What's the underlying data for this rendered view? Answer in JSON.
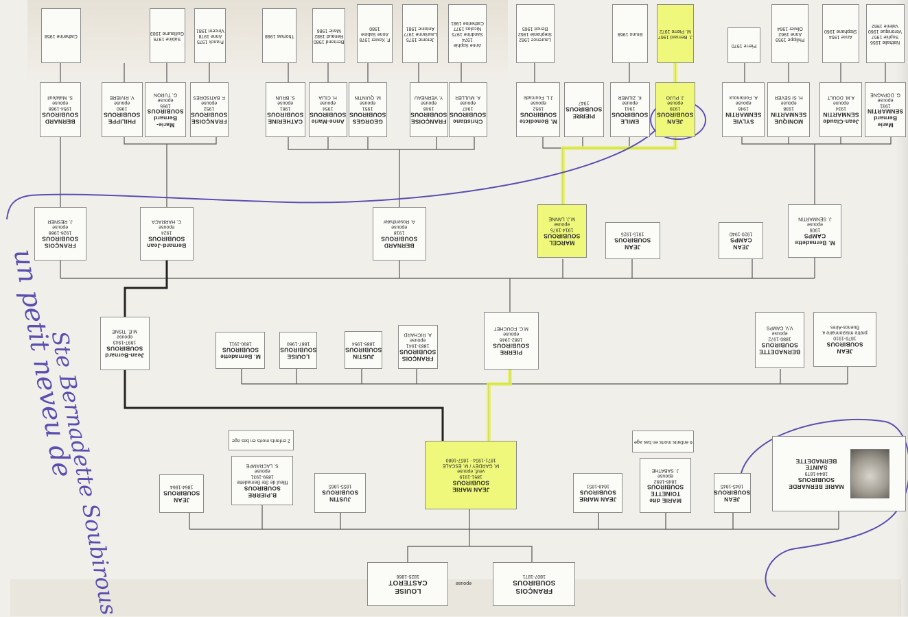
{
  "labels": {
    "epouse": "epouse",
    "veuf_epouse": "veuf, epouse"
  },
  "root": {
    "father": {
      "name": "FRANÇOIS",
      "surname": "SOUBIROUS",
      "dates": "1807-1871"
    },
    "mother": {
      "name": "LOUISE",
      "surname": "CASTEROT",
      "dates": "1825-1866"
    }
  },
  "gen1": [
    {
      "id": "g1-bernadette",
      "name": "MARIE BERNARDE",
      "surname": "SOUBIROUS",
      "dates": "1844-1879",
      "extra1": "SAINTE",
      "extra2": "BERNADETTE"
    },
    {
      "id": "g1-jean-a",
      "name": "JEAN",
      "surname": "SOUBIROUS",
      "dates": "1845-1845"
    },
    {
      "id": "g1-toinette",
      "name": "MARIE dite TOINETTE",
      "surname": "SOUBIROUS",
      "dates": "1846-1892",
      "spouse": "J. SABATHE",
      "note": "6 enfants morts en bas age"
    },
    {
      "id": "g1-jeanmarie-a",
      "name": "JEAN MARIE",
      "surname": "SOUBIROUS",
      "dates": "1848-1851"
    },
    {
      "id": "g1-jeanmarie-b",
      "name": "JEAN MARIE",
      "surname": "SOUBIROUS",
      "dates": "1851-1919",
      "spouse1": "M. ESCALE",
      "dates1": "1857-1880",
      "spouse2": "M. GARDEY",
      "dates2": "1871-1954"
    },
    {
      "id": "g1-justin",
      "name": "JUSTIN",
      "surname": "SOUBIROUS",
      "dates": "1855-1865"
    },
    {
      "id": "g1-bpierre",
      "name": "B.PIERRE",
      "surname": "SOUBIROUS",
      "dates": "1859-1931",
      "note0": "filleul de Ste Bernadette",
      "spouse": "S. LACRAMPE",
      "note": "2 enfants morts en bas age"
    },
    {
      "id": "g1-jean-b",
      "name": "JEAN",
      "surname": "SOUBIROUS",
      "dates": "1864-1864"
    }
  ],
  "gen2": [
    {
      "id": "g2-jean",
      "name": "JEAN",
      "surname": "SOUBIROUS",
      "dates": "1876-1910",
      "note": "pretre missionnaire a Buenos-Aires"
    },
    {
      "id": "g2-bernadette",
      "name": "BERNADETTE",
      "surname": "SOUBIROUS",
      "dates": "1880-1972",
      "spouse": "V.V. CAMPS"
    },
    {
      "id": "g2-pierre",
      "name": "PIERRE",
      "surname": "SOUBIROUS",
      "dates": "1882-1946",
      "spouse": "M.C. FOUCHET"
    },
    {
      "id": "g2-francois",
      "name": "FRANÇOIS",
      "surname": "SOUBIROUS",
      "dates": "1883-1941",
      "spouse": "A. RICHARD"
    },
    {
      "id": "g2-justin",
      "name": "JUSTIN",
      "surname": "SOUBIROUS",
      "dates": "1885-1954"
    },
    {
      "id": "g2-louise",
      "name": "LOUISE",
      "surname": "SOUBIROUS",
      "dates": "1887-1960"
    },
    {
      "id": "g2-mbernadette",
      "name": "M. Bernadette",
      "surname": "SOUBIROUS",
      "dates": "1890-1911"
    },
    {
      "id": "g2-jeanbernard",
      "name": "Jean-Bernard",
      "surname": "SOUBIROUS",
      "dates": "1897-1943",
      "spouse": "M.E. TISNE"
    }
  ],
  "gen3": [
    {
      "id": "g3-mbernadette",
      "name": "M. Bernadette",
      "surname": "CAMPS",
      "dates": "1909",
      "spouse": "J. SENMARTIN"
    },
    {
      "id": "g3-jean-camps",
      "name": "JEAN",
      "surname": "CAMPS",
      "dates": "1920-1940"
    },
    {
      "id": "g3-jean",
      "name": "JEAN",
      "surname": "SOUBIROUS",
      "dates": "1915-1925"
    },
    {
      "id": "g3-marcel",
      "name": "MARCEL",
      "surname": "SOUBIROUS",
      "dates": "1914-1975",
      "spouse": "M.J. LANNE"
    },
    {
      "id": "g3-bernard",
      "name": "BERNARD",
      "surname": "SOUBIROUS",
      "dates": "1918",
      "spouse": "A. Rosenthaler"
    },
    {
      "id": "g3-bernardjean",
      "name": "Bernard-Jean",
      "surname": "SOUBIROUS",
      "dates": "1924",
      "spouse": "C. HARRACA"
    },
    {
      "id": "g3-francois",
      "name": "FRANÇOIS",
      "surname": "SOUBIROUS",
      "dates": "1926-1988",
      "spouse": "J. RESNER"
    }
  ],
  "gen4": [
    {
      "id": "g4-mariebernard",
      "name": "Marie Bernard",
      "surname": "SENMARTIN",
      "dates": "1931",
      "spouse": "G. DOPAGNE"
    },
    {
      "id": "g4-jeanclaude",
      "name": "Jean-Claude",
      "surname": "SENMARTIN",
      "dates": "1934",
      "spouse": "A.M. DOULT"
    },
    {
      "id": "g4-monique",
      "name": "MONIQUE",
      "surname": "SENMARTIN",
      "dates": "1938",
      "spouse": "H. SI SEVER"
    },
    {
      "id": "g4-sylvie",
      "name": "SYLVIE",
      "surname": "SENMARTIN",
      "dates": "1946",
      "spouse": "A. Fontenoux"
    },
    {
      "id": "g4-jean",
      "name": "JEAN",
      "surname": "SOUBIROUS",
      "dates": "1939",
      "spouse": "J. PUJO"
    },
    {
      "id": "g4-emile",
      "name": "EMILE",
      "surname": "SOUBIROUS",
      "dates": "1941",
      "spouse": "K. ZILMER"
    },
    {
      "id": "g4-pierre",
      "name": "PIERRE",
      "surname": "SOUBIROUS",
      "dates": "1947"
    },
    {
      "id": "g4-mbenedicte",
      "name": "M. Benedicte",
      "surname": "SOUBIROUS",
      "dates": "1952",
      "spouse": "J.L. Fourcade"
    },
    {
      "id": "g4-christiane",
      "name": "Christiane",
      "surname": "SOUBIROUS",
      "dates": "1947",
      "spouse": "A. MULLER"
    },
    {
      "id": "g4-francoise",
      "name": "FRANÇOISE",
      "surname": "SOUBIROUS",
      "dates": "1948",
      "spouse": "Y. VERNEAU"
    },
    {
      "id": "g4-georges",
      "name": "GEORGES",
      "surname": "SOUBIROUS",
      "dates": "1951",
      "spouse": "M. QUINTIN"
    },
    {
      "id": "g4-annemarie",
      "name": "Anne-Marie",
      "surname": "SOUBIROUS",
      "dates": "1954",
      "spouse": "H. CILIA"
    },
    {
      "id": "g4-catherine",
      "name": "CATHERINE",
      "surname": "SOUBIROUS",
      "dates": "1961",
      "spouse": "S. BRUN"
    },
    {
      "id": "g4-francoise2",
      "name": "FRANÇOISE",
      "surname": "SOUBIROUS",
      "dates": "1952",
      "spouse": "F. BATISDRES"
    },
    {
      "id": "g4-mariebernard2",
      "name": "Marie-Bernard",
      "surname": "SOUBIROUS",
      "dates": "1955",
      "spouse": "G. TURON"
    },
    {
      "id": "g4-philippe",
      "name": "PHILIPPE",
      "surname": "SOUBIROUS",
      "dates": "1960",
      "spouse": "V. RIVIERE"
    },
    {
      "id": "g4-bernard",
      "name": "BERNARD",
      "surname": "SOUBIROUS",
      "dates": "1954-1988",
      "spouse": "S. Malafeuil"
    }
  ],
  "gen5": [
    {
      "id": "g5-a",
      "l1": "Nathalie 1956",
      "l2": "Sophie 1957",
      "l3": "Veronique 1960",
      "l4": "Valerie 1962"
    },
    {
      "id": "g5-b",
      "l1": "Anne 1954",
      "l2": "Stephane 1960"
    },
    {
      "id": "g5-c",
      "l1": "Philippe 1959",
      "l2": "Anne 1962",
      "l3": "Olivier 1964"
    },
    {
      "id": "g5-d",
      "l1": "Pierre 1970"
    },
    {
      "id": "g5-e",
      "l1": "J. Bernard 1967",
      "l2": "M. Pierre 1972"
    },
    {
      "id": "g5-f",
      "l1": "Bruno 1968"
    },
    {
      "id": "g5-g",
      "l1": "Laurence 1962",
      "l2": "Stephanie 1962",
      "l3": "Benoit 1965"
    },
    {
      "id": "g5-h",
      "l1": "Anne Sophie 1974",
      "l2": "Sandrine 1975",
      "l3": "Nicolas 1977",
      "l4": "Catherine 1981"
    },
    {
      "id": "g5-i",
      "l1": "Jerome 1975",
      "l2": "Laurianne 1977",
      "l3": "Antoine 1981"
    },
    {
      "id": "g5-j",
      "l1": "F. Xavier 1978",
      "l2": "Anne Sabine 1980"
    },
    {
      "id": "g5-k",
      "l1": "Bertrand 1980",
      "l2": "Renaud 1982",
      "l3": "Marie 1986"
    },
    {
      "id": "g5-l",
      "l1": "Thomas 1988"
    },
    {
      "id": "g5-m",
      "l1": "Franck 1975",
      "l2": "Anne 1978",
      "l3": "Vincent 1981"
    },
    {
      "id": "g5-n",
      "l1": "Sabine 1979",
      "l2": "Guillaume 1983"
    },
    {
      "id": "g5-o",
      "l1": "Catherine 1958"
    }
  ],
  "handwriting": {
    "line1": "un petit neveu de",
    "line2": "Ste Bernadette Soubirous"
  },
  "colors": {
    "highlight": "#eff87a",
    "ink": "#5a4fb0"
  }
}
